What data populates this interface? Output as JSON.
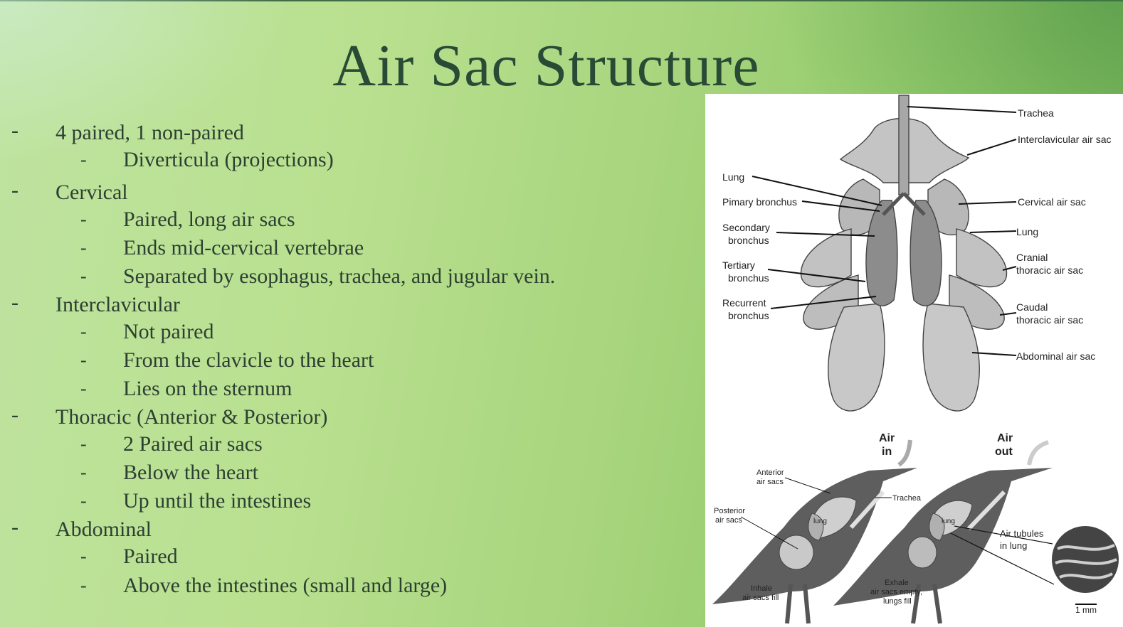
{
  "title": "Air Sac Structure",
  "bullets": [
    {
      "text": "4 paired, 1 non-paired",
      "children": [
        "Diverticula (projections)"
      ]
    },
    {
      "text": "Cervical",
      "children": [
        "Paired, long air sacs",
        "Ends mid-cervical vertebrae",
        "Separated by esophagus, trachea, and jugular vein."
      ]
    },
    {
      "text": "Interclavicular",
      "children": [
        "Not paired",
        "From the clavicle to the heart",
        "Lies on the sternum"
      ]
    },
    {
      "text": "Thoracic (Anterior & Posterior)",
      "children": [
        "2 Paired air sacs",
        "Below the heart",
        "Up until the intestines"
      ]
    },
    {
      "text": "Abdominal",
      "children": [
        "Paired",
        "Above the intestines (small and large)"
      ]
    }
  ],
  "bullet_marker": "-",
  "diagram_top": {
    "labels_right": [
      "Trachea",
      "Interclavicular air sac",
      "Cervical air sac",
      "Lung",
      "Cranial",
      "thoracic air sac",
      "Caudal",
      "thoracic air sac",
      "Abdominal air sac"
    ],
    "labels_left": [
      "Lung",
      "Pimary bronchus",
      "Secondary",
      "bronchus",
      "Tertiary",
      "bronchus",
      "Recurrent",
      "bronchus"
    ]
  },
  "diagram_bottom": {
    "air_in": [
      "Air",
      "in"
    ],
    "air_out": [
      "Air",
      "out"
    ],
    "anterior": [
      "Anterior",
      "air sacs"
    ],
    "posterior": [
      "Posterior",
      "air sacs"
    ],
    "trachea": "Trachea",
    "lung_left": "lung",
    "lung_right": "lung",
    "tubules": [
      "Air tubules",
      "in lung"
    ],
    "inhale": [
      "Inhale",
      "air sacs fill"
    ],
    "exhale": [
      "Exhale",
      "air sacs empty,",
      "lungs fill"
    ],
    "scale": "1 mm"
  },
  "colors": {
    "title": "#294b36",
    "text": "#2c4032",
    "sac": "#b9b9b9",
    "bird": "#5e5e5e"
  }
}
